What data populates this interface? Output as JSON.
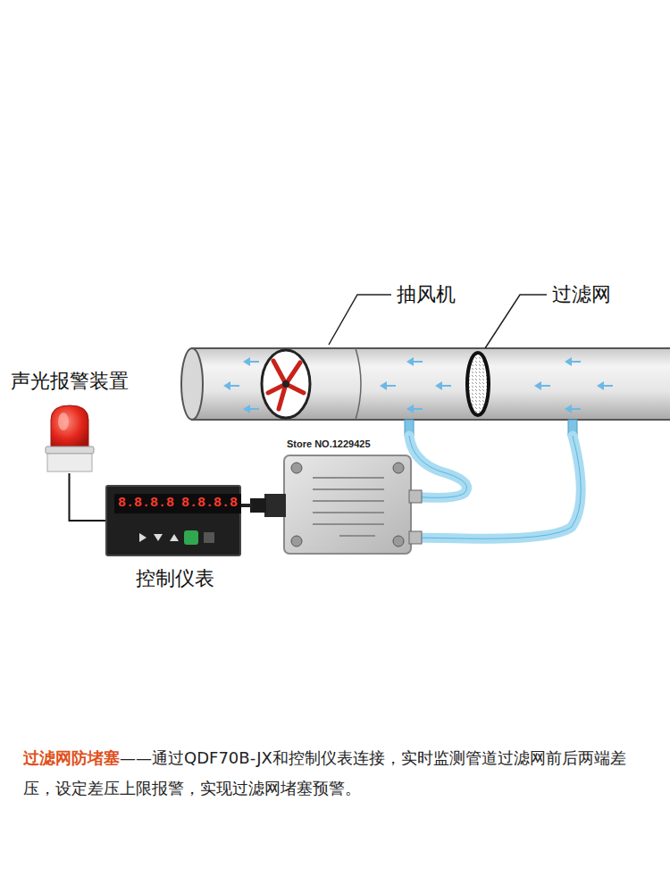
{
  "diagram": {
    "caption": "——通过QDF70B-JX和控制仪表连接，实时监测管道过滤网前后两端差压，设定差压上限报警，实现过滤网堵塞预警。",
    "nodes": [
      {
        "text": [
          "声光报警装置"
        ]
      },
      {
        "text": [
          "8.8.8.8",
          "8.8.8.8",
          "控制仪表"
        ]
      }
    ],
    "edges": [
      {
        "from": 0,
        "to": 1,
        "arrow": "none"
      }
    ],
    "labels": [
      "抽风机",
      "过滤网",
      "Store NO.1229425",
      "过滤网防堵塞"
    ]
  }
}
